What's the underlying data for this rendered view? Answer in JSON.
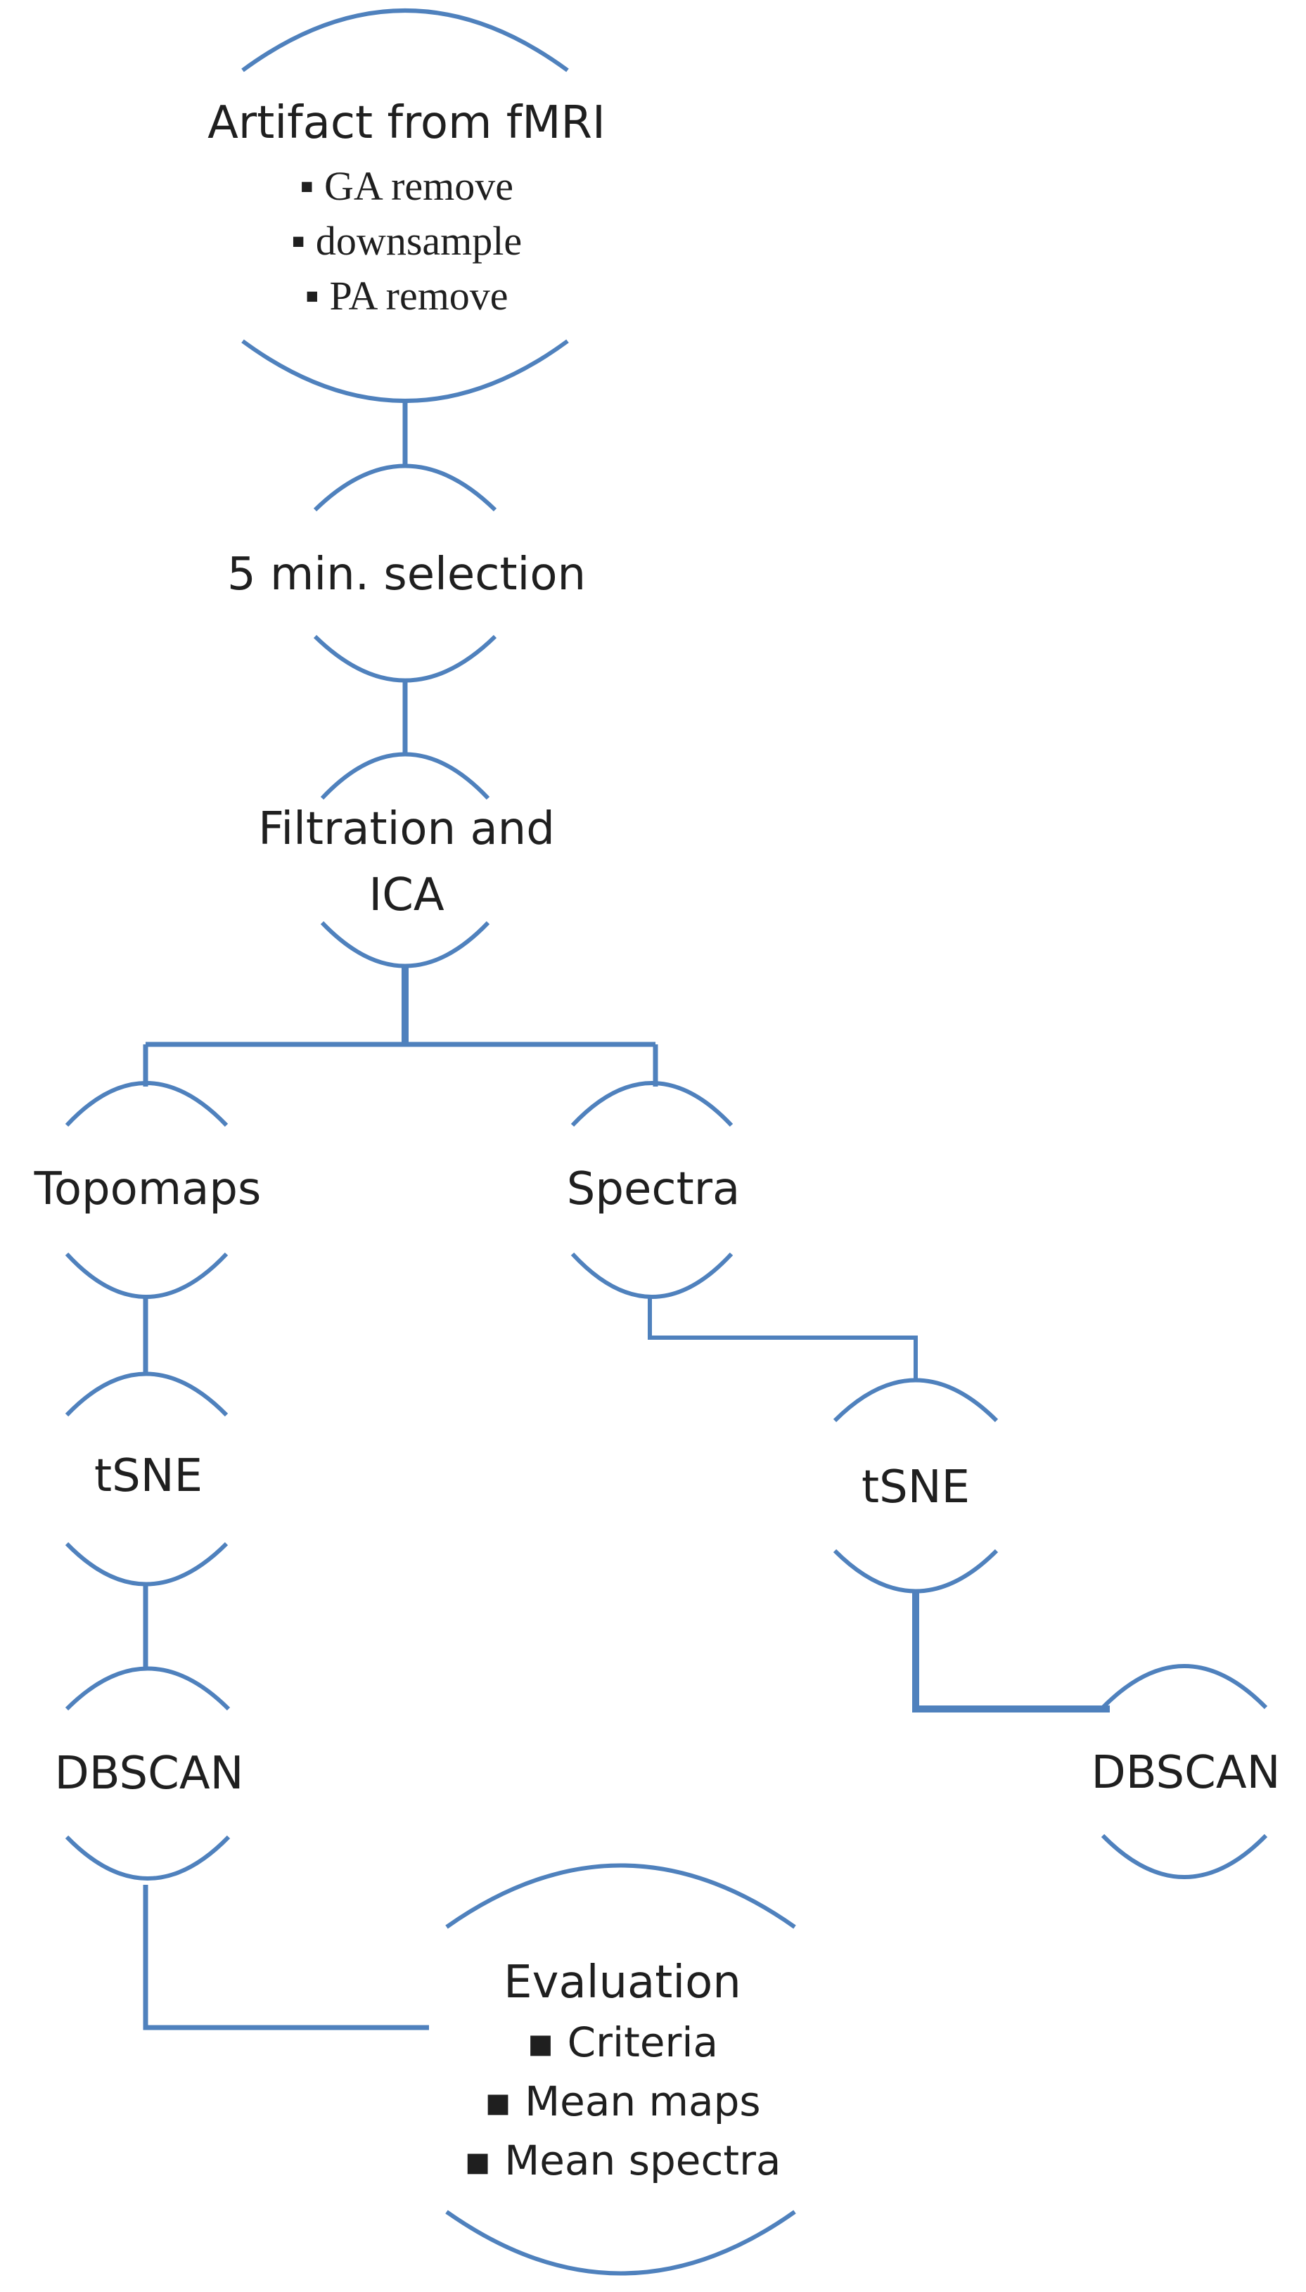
{
  "nodes": {
    "artifact": {
      "title": "Artifact from fMRI",
      "items": [
        "▪ GA remove",
        "▪ downsample",
        "▪ PA remove"
      ]
    },
    "selection": {
      "title": "5 min. selection"
    },
    "filtration": {
      "line1": "Filtration and",
      "line2": "ICA"
    },
    "topomaps": {
      "title": "Topomaps"
    },
    "spectra": {
      "title": "Spectra"
    },
    "tsne_left": {
      "title": "tSNE"
    },
    "tsne_right": {
      "title": "tSNE"
    },
    "dbscan_left": {
      "title": "DBSCAN"
    },
    "dbscan_right": {
      "title": "DBSCAN"
    },
    "evaluation": {
      "title": "Evaluation",
      "items": [
        "▪ Criteria",
        "▪ Mean maps",
        "▪ Mean spectra"
      ]
    }
  },
  "colors": {
    "stroke": "#4f81bd",
    "text": "#1f1f1f",
    "background": "#ffffff"
  }
}
